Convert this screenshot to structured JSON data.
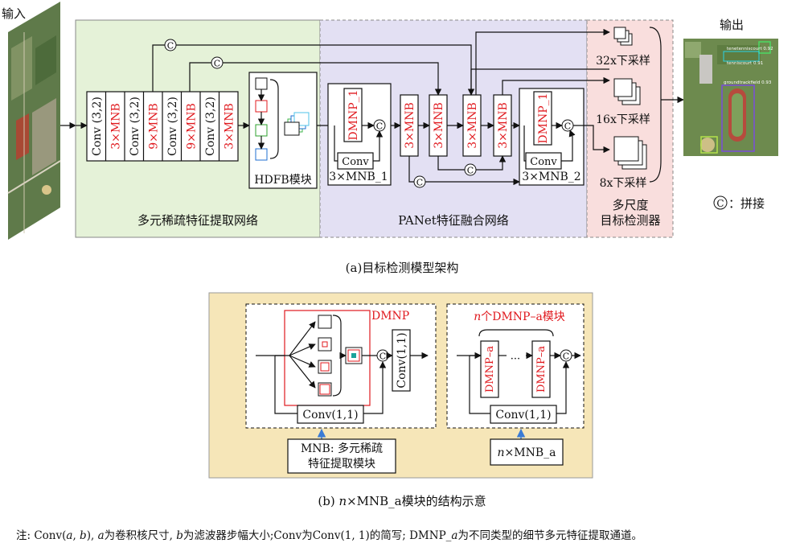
{
  "input_label": "输入",
  "output_label": "输出",
  "backbone": {
    "layers": [
      "Conv (3,2)",
      "3×MNB",
      "Conv (3,2)",
      "9×MNB",
      "Conv (3,2)",
      "9×MNB",
      "Conv (3,2)",
      "3×MNB"
    ],
    "hdfb_label": "HDFB模块",
    "title": "多元稀疏特征提取网络"
  },
  "panet": {
    "title": "PANet特征融合网络",
    "mnb1_label": "3×MNB_1",
    "mnb2_label": "3×MNB_2",
    "dmnp1_label": "DMNP_1",
    "conv_label": "Conv",
    "mid_blocks": [
      "3×MNB",
      "3×MNB",
      "3×MNB",
      "3×MNB"
    ]
  },
  "detector": {
    "scales": [
      "32x下采样",
      "16x下采样",
      "8x下采样"
    ],
    "title_line1": "多尺度",
    "title_line2": "目标检测器"
  },
  "concat_symbol": "C",
  "concat_legend": "：拼接",
  "detections": [
    {
      "label": "tenetenniscourt 0.92"
    },
    {
      "label": "tenniscourt 0.91"
    },
    {
      "label": "groundtrackfield 0.93"
    }
  ],
  "caption_a": "(a)目标检测模型架构",
  "panel_b": {
    "dmnp_label": "DMNP",
    "conv11_label": "Conv(1,1)",
    "n_label_prefix": "n",
    "n_label_suffix": "个DMNP–a模块",
    "dmnp_a": "DMNP–a",
    "dots": "···",
    "mnb_desc_line1": "MNB: 多元稀疏",
    "mnb_desc_line2": "特征提取模块",
    "n_mnb_prefix": "n",
    "n_mnb_suffix": "×MNB_a"
  },
  "caption_b_prefix": "(b) ",
  "caption_b_n": "n",
  "caption_b_suffix": "×MNB_a模块的结构示意",
  "note": {
    "p1": "注: Conv(",
    "a": "a",
    "p2": ", ",
    "b": "b",
    "p3": "), ",
    "a2": "a",
    "p4": "为卷积核尺寸, ",
    "b2": "b",
    "p5": "为滤波器步幅大小;Conv为Conv(1, 1)的简写; DMNP_",
    "a3": "a",
    "p6": "为不同类型的细节多元特征提取通道。"
  }
}
